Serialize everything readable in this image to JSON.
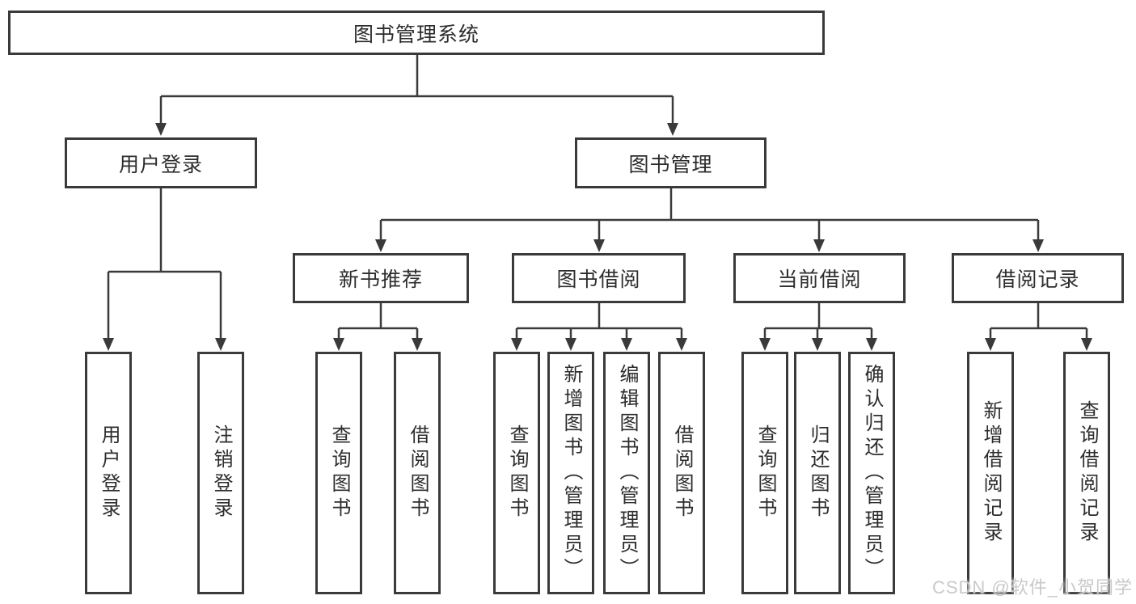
{
  "tree": {
    "label": "图书管理系统",
    "children": [
      {
        "label": "用户登录",
        "children": [
          {
            "label": "用户登录"
          },
          {
            "label": "注销登录"
          }
        ]
      },
      {
        "label": "图书管理",
        "children": [
          {
            "label": "新书推荐",
            "children": [
              {
                "label": "查询图书"
              },
              {
                "label": "借阅图书"
              }
            ]
          },
          {
            "label": "图书借阅",
            "children": [
              {
                "label": "查询图书"
              },
              {
                "label": "新增图书（管理员）"
              },
              {
                "label": "编辑图书（管理员）"
              },
              {
                "label": "借阅图书"
              }
            ]
          },
          {
            "label": "当前借阅",
            "children": [
              {
                "label": "查询图书"
              },
              {
                "label": "归还图书"
              },
              {
                "label": "确认归还（管理员）"
              }
            ]
          },
          {
            "label": "借阅记录",
            "children": [
              {
                "label": "新增借阅记录"
              },
              {
                "label": "查询借阅记录"
              }
            ]
          }
        ]
      }
    ]
  },
  "watermark": "CSDN @软件_小贺同学",
  "colors": {
    "line": "#3a3a3a",
    "text": "#2d2d2d",
    "box_fill": "#ffffff",
    "watermark": "#c9c9c9",
    "background": "#ffffff"
  }
}
